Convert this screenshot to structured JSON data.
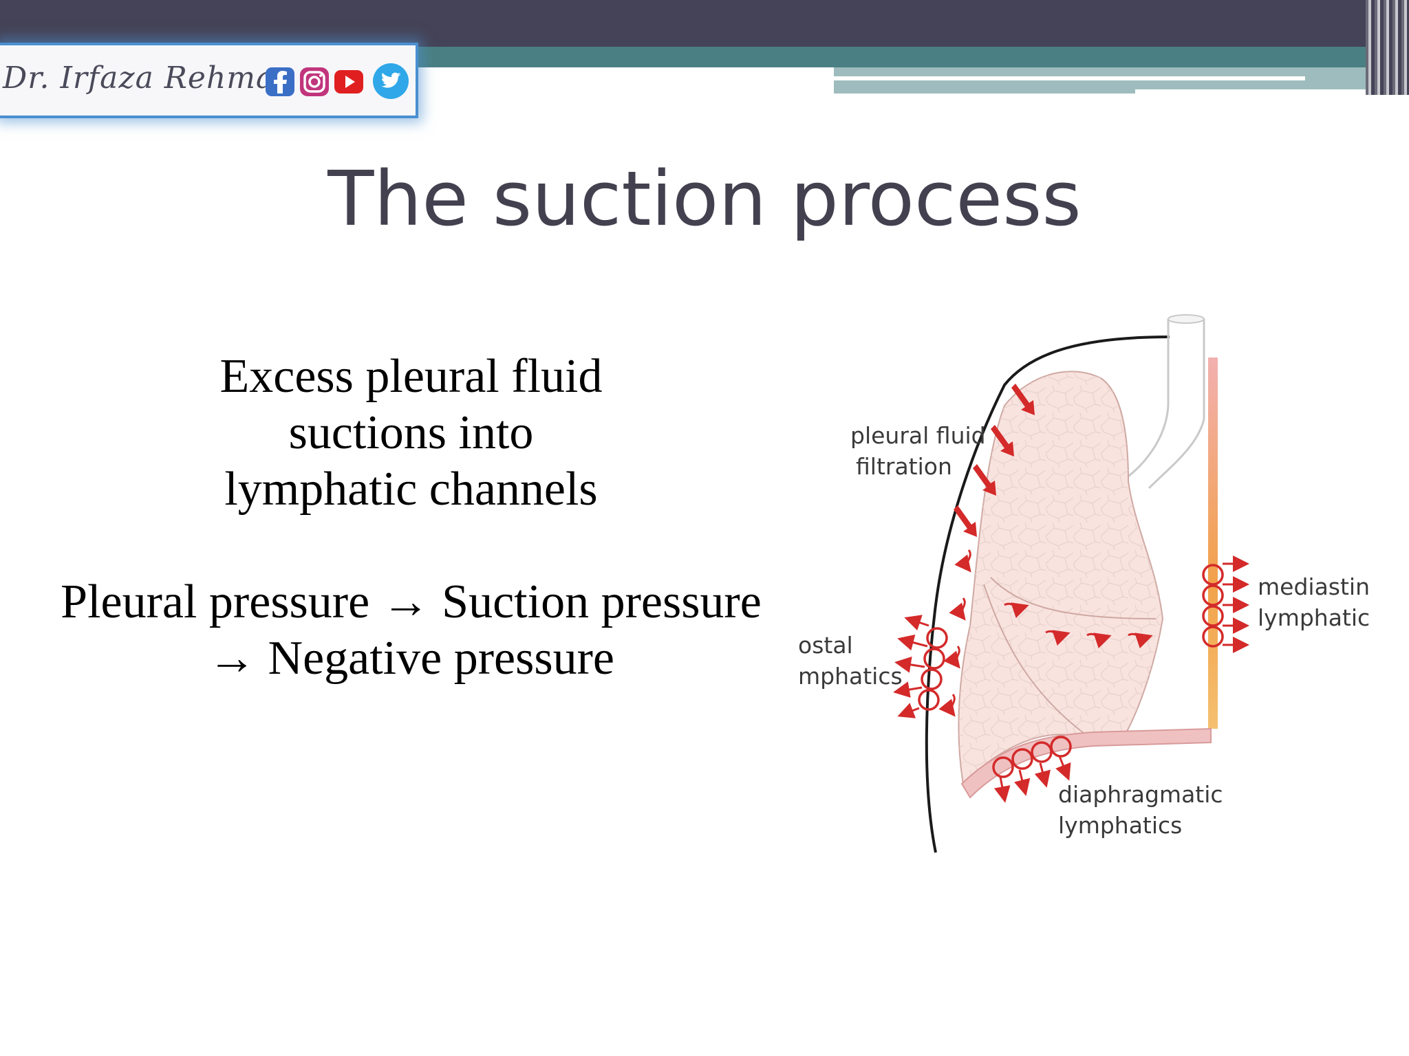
{
  "header": {
    "brand_name": "Dr. Irfaza Rehman",
    "social_icons": [
      "facebook-icon",
      "instagram-icon",
      "youtube-icon",
      "twitter-icon"
    ]
  },
  "slide": {
    "title": "The suction process",
    "paragraph1": [
      "Excess pleural fluid",
      "suctions into",
      "lymphatic channels"
    ],
    "paragraph2": [
      "Pleural pressure → Suction pressure",
      "→ Negative pressure"
    ]
  },
  "diagram": {
    "labels": {
      "pleural_filtration": [
        "pleural fluid",
        "filtration"
      ],
      "costal": [
        "ostal",
        "mphatics"
      ],
      "mediastinal": [
        "mediastin",
        "lymphatic"
      ],
      "diaphragmatic": [
        "diaphragmatic",
        "lymphatics"
      ]
    }
  },
  "colors": {
    "top_bar": "#454357",
    "teal": "#4a7f83",
    "title_text": "#43414f",
    "arrow_red": "#d42a2a"
  }
}
